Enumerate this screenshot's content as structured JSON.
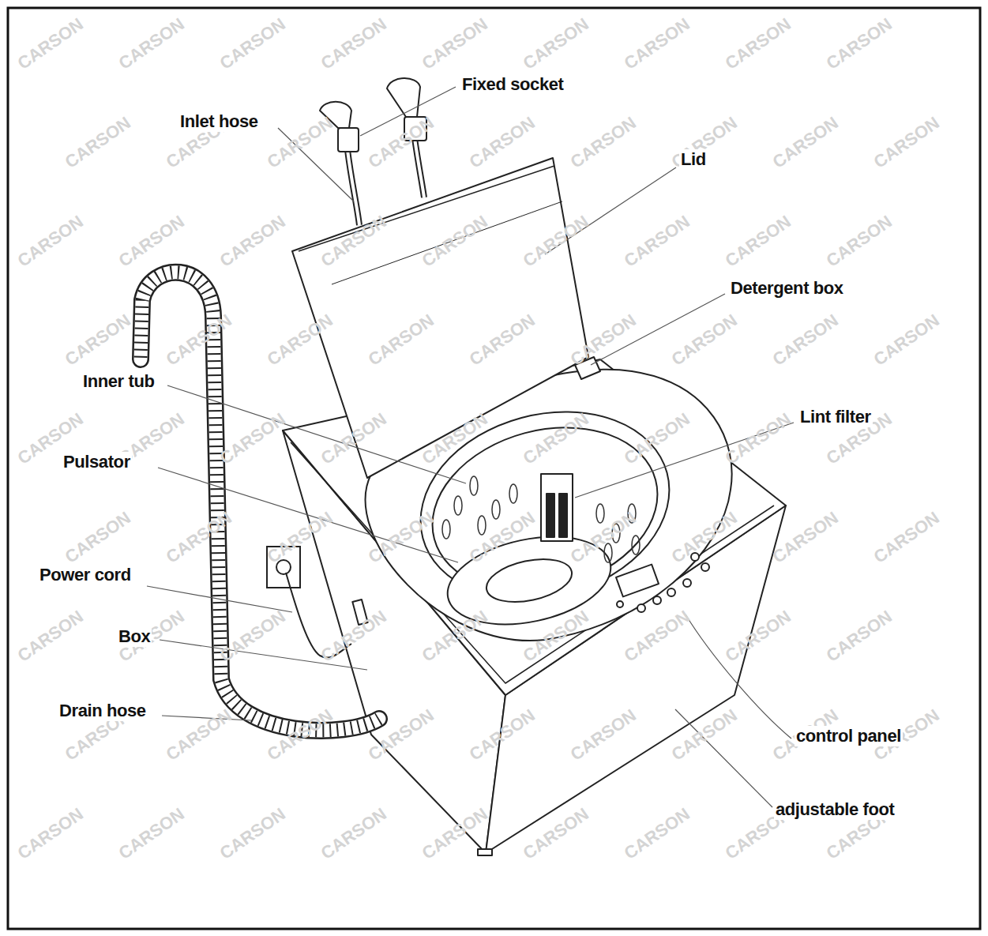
{
  "diagram": {
    "labels": [
      "Fixed socket",
      "Inlet  hose",
      "Lid",
      "Detergent box",
      "Inner tub",
      "Lint filter",
      "Pulsator",
      "Power cord",
      "Box",
      "Drain hose",
      "control panel",
      "adjustable foot",
      "CARSON",
      "CARSON",
      "CARSON",
      "CARSON",
      "CARSON",
      "CARSON",
      "CARSON",
      "CARSON",
      "CARSON",
      "CARSON",
      "CARSON",
      "CARSON",
      "CARSON",
      "CARSON",
      "CARSON",
      "CARSON",
      "CARSON",
      "CARSON",
      "CARSON",
      "CARSON",
      "CARSON",
      "CARSON",
      "CARSON",
      "CARSON",
      "CARSON",
      "CARSON",
      "CARSON",
      "CARSON",
      "CARSON",
      "CARSON",
      "CARSON",
      "CARSON",
      "CARSON",
      "CARSON",
      "CARSON",
      "CARSON",
      "CARSON",
      "CARSON",
      "CARSON",
      "CARSON",
      "CARSON",
      "CARSON",
      "CARSON",
      "CARSON",
      "CARSON",
      "CARSON",
      "CARSON",
      "CARSON",
      "CARSON",
      "CARSON",
      "CARSON",
      "CARSON",
      "CARSON",
      "CARSON",
      "CARSON",
      "CARSON",
      "CARSON",
      "CARSON",
      "CARSON",
      "CARSON",
      "CARSON",
      "CARSON",
      "CARSON",
      "CARSON",
      "CARSON",
      "CARSON",
      "CARSON",
      "CARSON",
      "CARSON",
      "CARSON",
      "CARSON",
      "CARSON",
      "CARSON",
      "CARSON",
      "CARSON",
      "CARSON",
      "CARSON",
      "CARSON",
      "CARSON",
      "CARSON",
      "CARSON"
    ]
  }
}
